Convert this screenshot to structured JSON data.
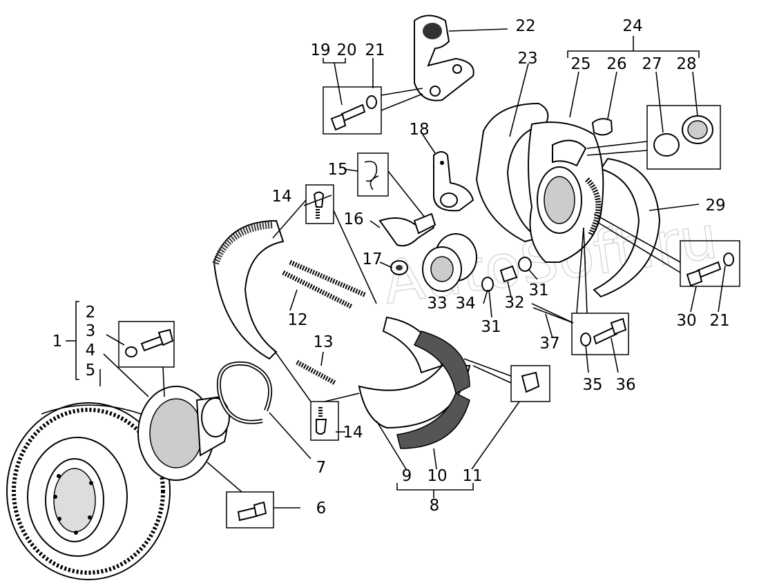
{
  "watermark": "AutoSoft.ru",
  "labels": {
    "l1": "1",
    "l2": "2",
    "l3": "3",
    "l4": "4",
    "l5": "5",
    "l6": "6",
    "l7": "7",
    "l8": "8",
    "l9": "9",
    "l10": "10",
    "l11": "11",
    "l12": "12",
    "l13": "13",
    "l14a": "14",
    "l14b": "14",
    "l15": "15",
    "l16": "16",
    "l17": "17",
    "l18": "18",
    "l19": "19",
    "l20": "20",
    "l21a": "21",
    "l21b": "21",
    "l22": "22",
    "l23": "23",
    "l24": "24",
    "l25": "25",
    "l26": "26",
    "l27": "27",
    "l28": "28",
    "l29": "29",
    "l30": "30",
    "l31a": "31",
    "l31b": "31",
    "l32": "32",
    "l33": "33",
    "l34": "34",
    "l35": "35",
    "l36": "36",
    "l37": "37"
  }
}
